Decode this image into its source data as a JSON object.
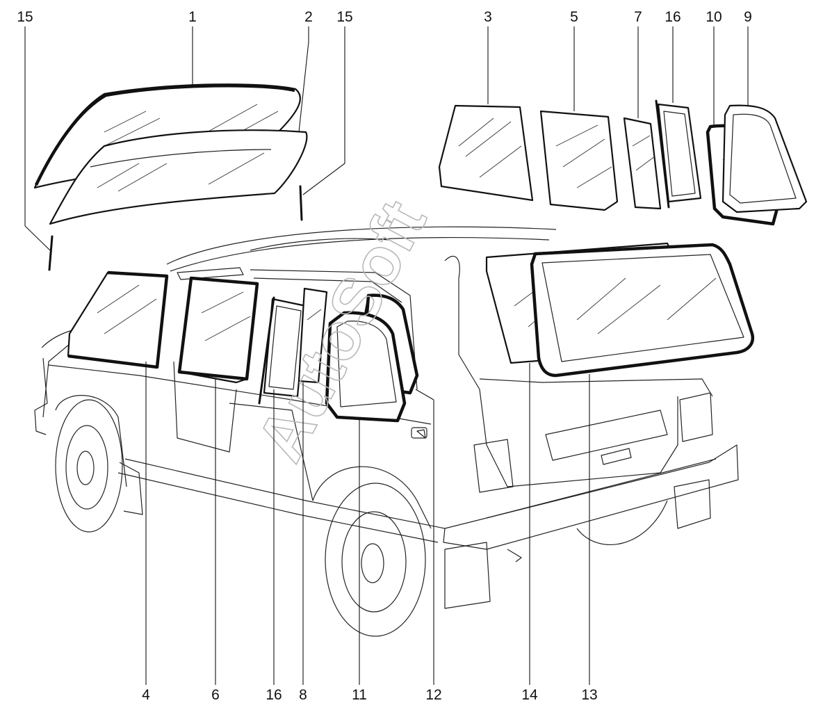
{
  "labels": {
    "top": [
      "15",
      "1",
      "2",
      "15",
      "3",
      "5",
      "7",
      "16",
      "10",
      "9"
    ],
    "bottom": [
      "4",
      "6",
      "16",
      "8",
      "11",
      "12",
      "14",
      "13"
    ]
  },
  "watermark": "AutoSoft",
  "colors": {
    "ink": "#111111",
    "watermark": "#b8b8b8",
    "background": "#ffffff"
  }
}
